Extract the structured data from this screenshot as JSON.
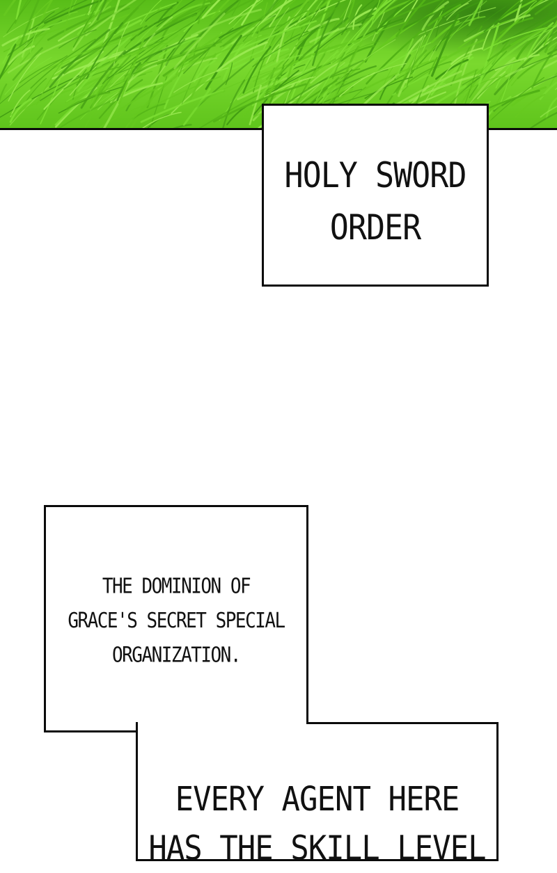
{
  "panels": {
    "title_caption": {
      "lines": [
        "HOLY SWORD",
        "ORDER"
      ]
    },
    "description_caption": {
      "lines": [
        "THE DOMINION OF",
        "GRACE'S SECRET SPECIAL",
        "ORGANIZATION."
      ]
    },
    "bottom_caption": {
      "lines": [
        "EVERY AGENT HERE",
        "HAS THE SKILL LEVEL"
      ]
    }
  },
  "colors": {
    "grass_light": "#7ee034",
    "grass_mid": "#66c91f",
    "grass_dark": "#3f9a12",
    "border": "#0a0a0a",
    "background": "#ffffff"
  }
}
